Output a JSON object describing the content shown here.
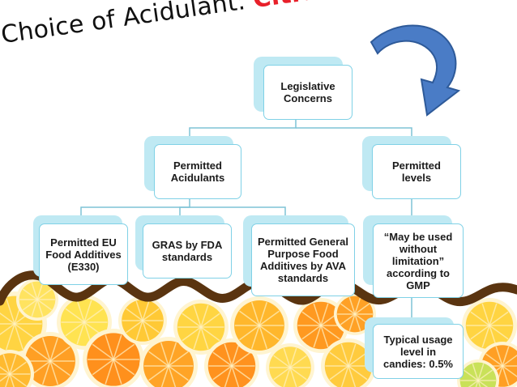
{
  "title": {
    "prefix": "Choice of Acidulant:",
    "highlight": "Citric Acid"
  },
  "colors": {
    "title_highlight": "#e8202a",
    "box_border": "#7fd1e6",
    "box_shadow": "#bfe9f3",
    "connector": "#7fc3d6",
    "arrow": "#3b6fba",
    "wavy_line": "#5a3410"
  },
  "nodes": {
    "root": "Legislative Concerns",
    "acidulants": "Permitted Acidulants",
    "levels": "Permitted levels",
    "eu": "Permitted EU Food Additives (E330)",
    "gras": "GRAS by FDA standards",
    "ava": "Permitted General Purpose Food Additives by AVA standards",
    "gmp": "“May be used without limitation” according to GMP",
    "usage": "Typical usage level in candies: 0.5%"
  },
  "decorations": {
    "arrow_icon": "curved-arrow-icon",
    "background_image": "citrus-slices-image"
  }
}
